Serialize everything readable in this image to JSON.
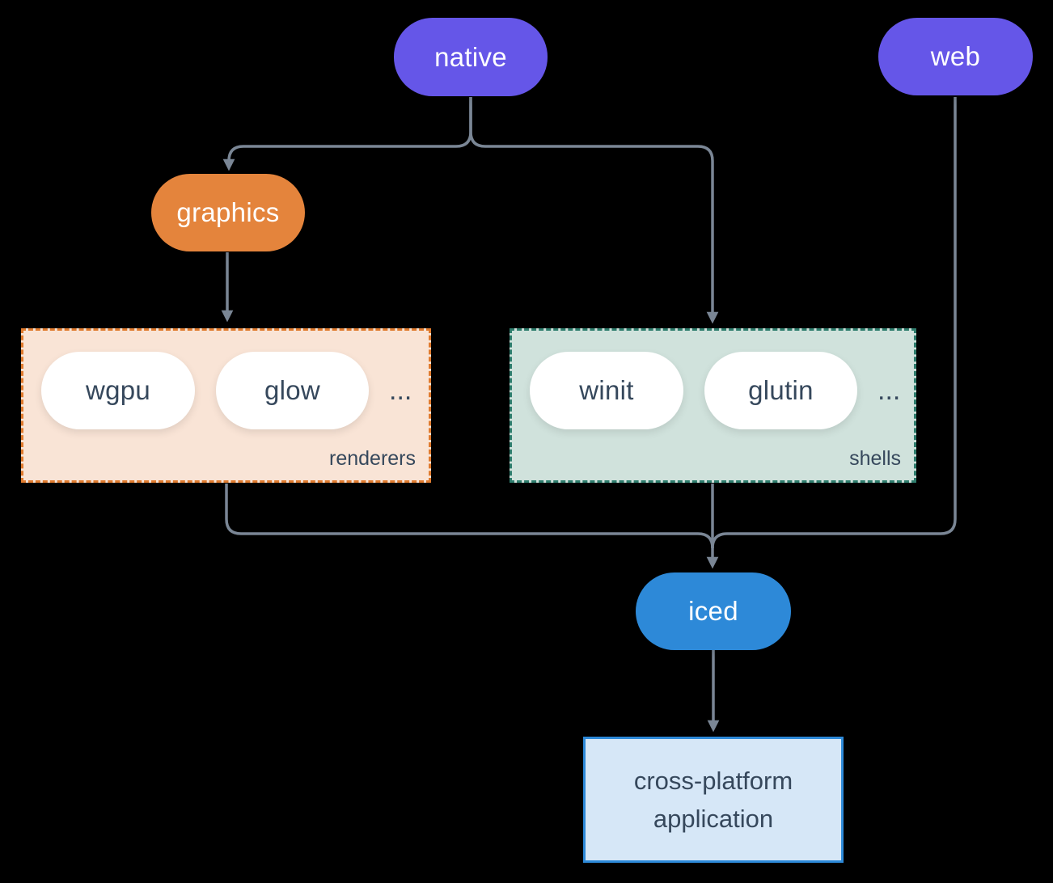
{
  "colors": {
    "background": "#000000",
    "purple": "#6556e8",
    "orange": "#e4843c",
    "blue": "#2d89d8",
    "peach_fill": "#f9e4d6",
    "orange_border": "#e07b2e",
    "teal_fill": "#d0e2dc",
    "teal_border": "#2e7d6d",
    "blue_fill": "#d6e7f7",
    "line": "#7a8695",
    "dark_text": "#36485c",
    "white": "#ffffff"
  },
  "diagram": {
    "nodes": {
      "native": {
        "label": "native"
      },
      "web": {
        "label": "web"
      },
      "graphics": {
        "label": "graphics"
      },
      "iced": {
        "label": "iced"
      },
      "application": {
        "line1": "cross-platform",
        "line2": "application"
      }
    },
    "groups": {
      "renderers": {
        "label": "renderers",
        "items": [
          "wgpu",
          "glow"
        ],
        "more": "..."
      },
      "shells": {
        "label": "shells",
        "items": [
          "winit",
          "glutin"
        ],
        "more": "..."
      }
    },
    "edges": [
      {
        "from": "native",
        "to": "graphics"
      },
      {
        "from": "native",
        "to": "shells"
      },
      {
        "from": "graphics",
        "to": "renderers"
      },
      {
        "from": "renderers",
        "to": "iced"
      },
      {
        "from": "shells",
        "to": "iced"
      },
      {
        "from": "web",
        "to": "iced"
      },
      {
        "from": "iced",
        "to": "application"
      }
    ]
  }
}
